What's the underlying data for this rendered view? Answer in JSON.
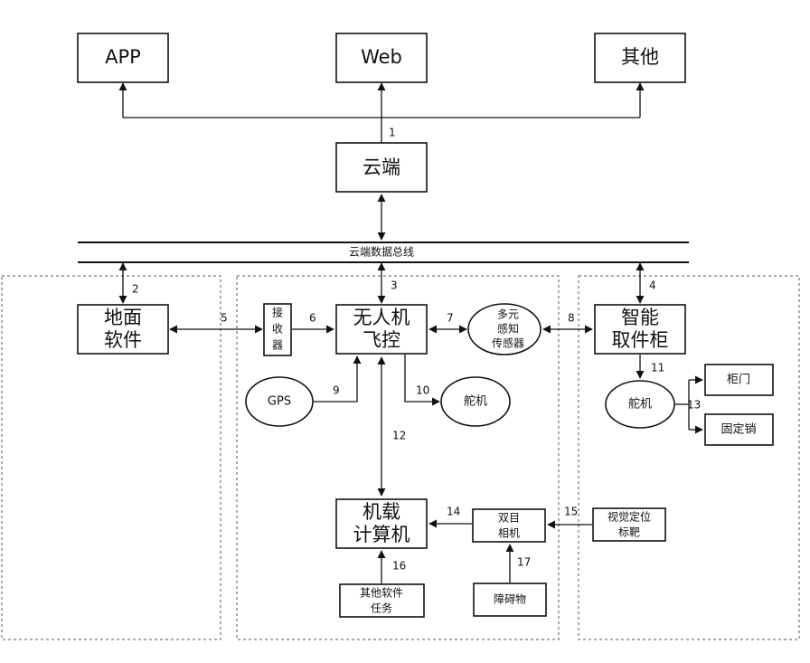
{
  "top": {
    "app": "APP",
    "web": "Web",
    "other": "其他"
  },
  "cloud": "云端",
  "bus_label": "云端数据总线",
  "ground": [
    "地面",
    "软件"
  ],
  "receiver": [
    "接",
    "收",
    "器"
  ],
  "flight": [
    "无人机",
    "飞控"
  ],
  "sensor": [
    "多元",
    "感知",
    "传感器"
  ],
  "cabinet": [
    "智能",
    "取件柜"
  ],
  "gps": "GPS",
  "servo1": "舵机",
  "servo2": "舵机",
  "door": "柜门",
  "lock": "固定销",
  "computer": [
    "机载",
    "计算机"
  ],
  "stereo": [
    "双目",
    "相机"
  ],
  "marker": [
    "视觉定位",
    "标靶"
  ],
  "software": [
    "其他软件",
    "任务"
  ],
  "obstacle": "障碍物",
  "labels": {
    "n1": "1",
    "n2": "2",
    "n3": "3",
    "n4": "4",
    "n5": "5",
    "n6": "6",
    "n7": "7",
    "n8": "8",
    "n9": "9",
    "n10": "10",
    "n11": "11",
    "n12": "12",
    "n13": "13",
    "n14": "14",
    "n15": "15",
    "n16": "16",
    "n17": "17"
  }
}
